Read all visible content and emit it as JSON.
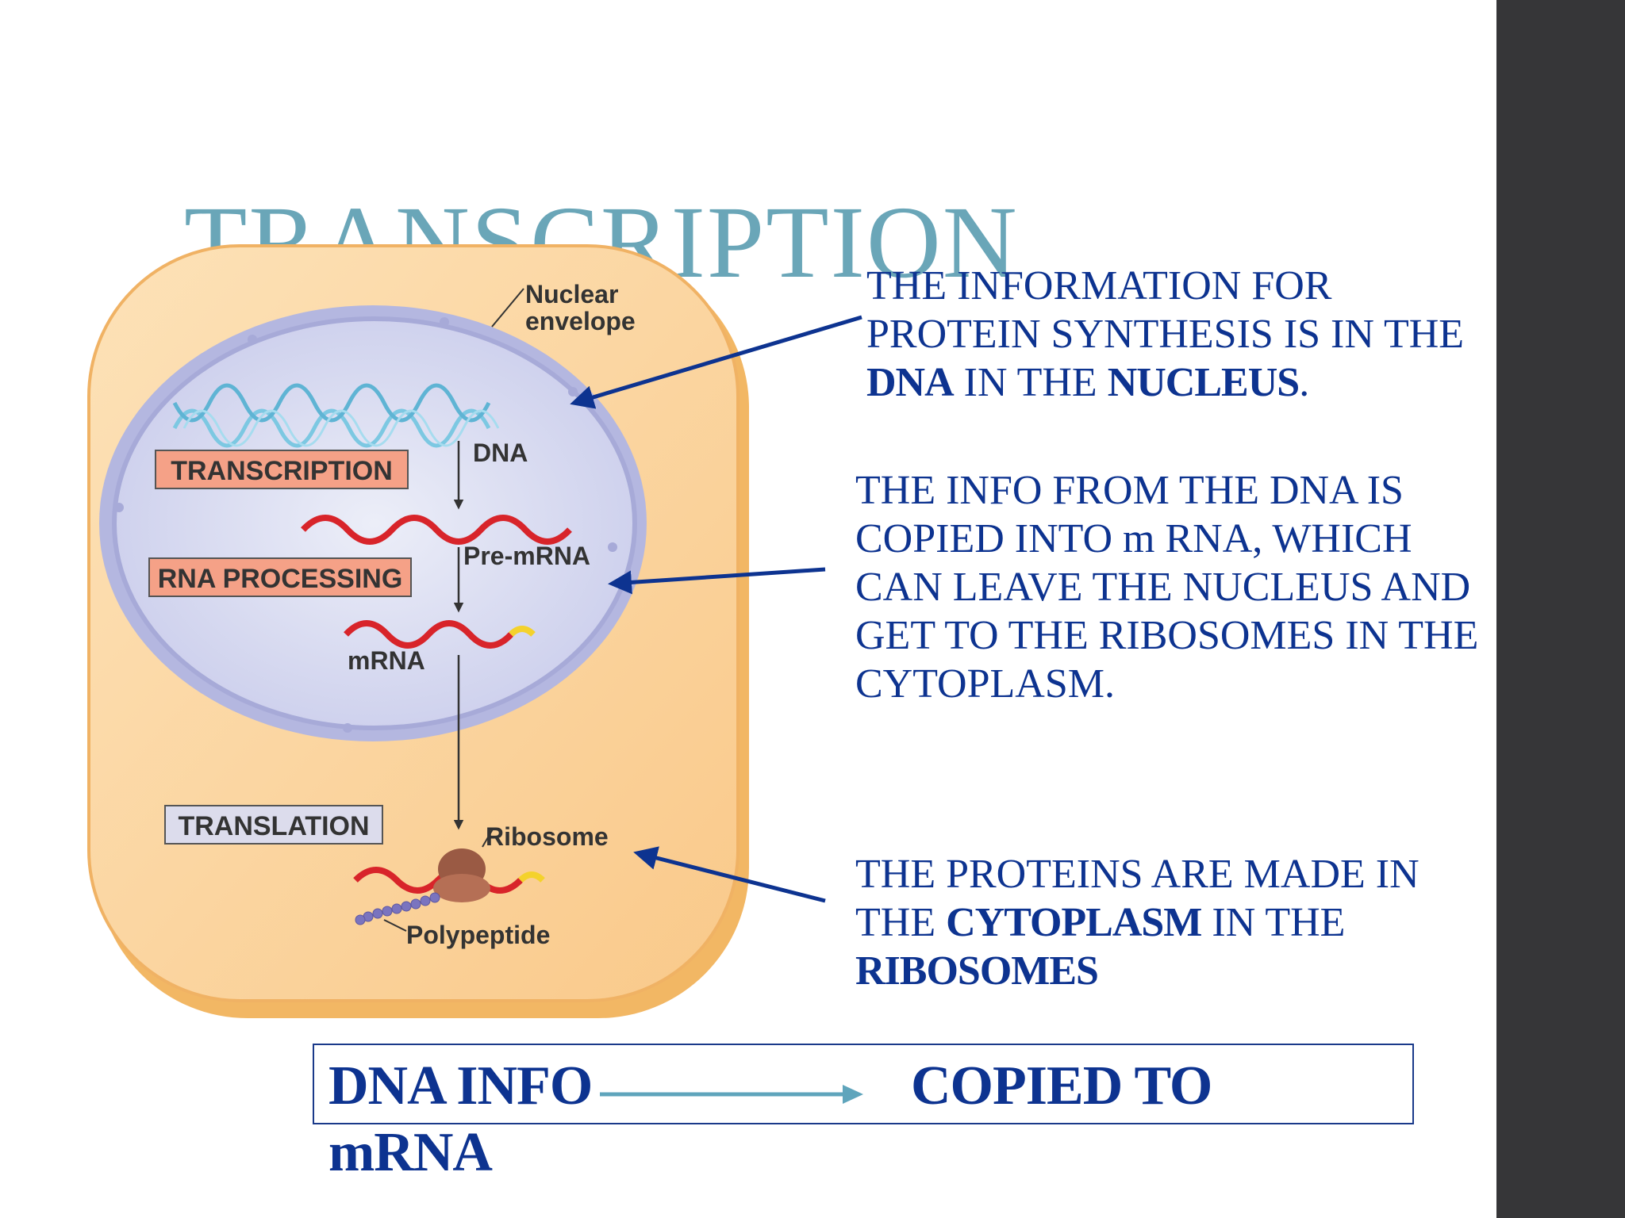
{
  "slide": {
    "title": "TRANSCRIPTION",
    "background": "#ffffff",
    "title_color": "#6aa6b8",
    "text_color": "#0d3390",
    "side_bar_color": "#363638"
  },
  "diagram": {
    "labels": {
      "nuclear_envelope_1": "Nuclear",
      "nuclear_envelope_2": "envelope",
      "dna": "DNA",
      "pre_mrna": "Pre-mRNA",
      "mrna": "mRNA",
      "ribosome": "Ribosome",
      "polypeptide": "Polypeptide"
    },
    "process_boxes": {
      "transcription": "TRANSCRIPTION",
      "rna_processing": "RNA PROCESSING",
      "translation": "TRANSLATION"
    },
    "colors": {
      "cell": "#fbd49a",
      "cell_edge": "#f2b764",
      "nucleus": "#d8dbf1",
      "nucleus_edge": "#a7aad8",
      "dna": "#7cc8e2",
      "rna": "#d8242a",
      "rna_tail": "#f4d22c",
      "process_box": "#f5a187",
      "translation_box": "#dcdcec",
      "arrow": "#0d3390",
      "bottom_arrow": "#5fa5bc"
    }
  },
  "callouts": {
    "nucleus": {
      "line1": "THE INFORMATION FOR",
      "line2": "PROTEIN SYNTHESIS IS IN THE",
      "line3_strong1": "DNA",
      "line3_mid": " IN THE ",
      "line3_strong2": "NUCLEUS",
      "line3_end": "."
    },
    "mrna": {
      "line1": "THE INFO FROM THE DNA IS",
      "line2": "COPIED INTO m RNA, WHICH",
      "line3": "CAN LEAVE THE NUCLEUS AND",
      "line4": "GET TO THE RIBOSOMES IN THE",
      "line5": "CYTOPLASM."
    },
    "proteins": {
      "line1": "THE PROTEINS ARE MADE IN",
      "line2_start": "THE ",
      "line2_strong": "CYTOPLASM",
      "line2_end": " IN THE",
      "line3_strong": "RIBOSOMES"
    }
  },
  "summary": {
    "left": "DNA INFO",
    "right": "COPIED TO",
    "second_line": "mRNA"
  }
}
